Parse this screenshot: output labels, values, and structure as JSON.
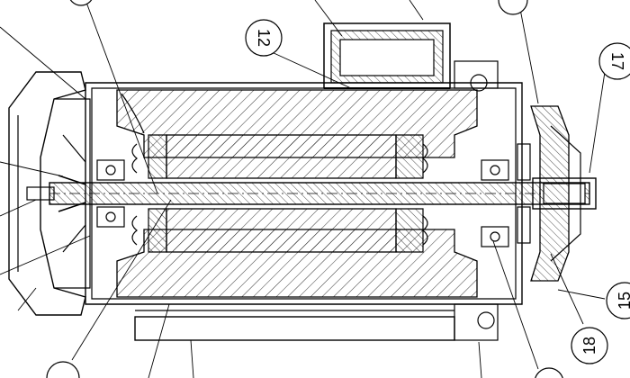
{
  "callouts": [
    {
      "id": "12",
      "label": "12"
    },
    {
      "id": "17",
      "label": "17"
    },
    {
      "id": "18",
      "label": "18"
    },
    {
      "id": "15",
      "label": "15"
    }
  ],
  "colors": {
    "ink": "#000000",
    "paper": "#ffffff"
  }
}
